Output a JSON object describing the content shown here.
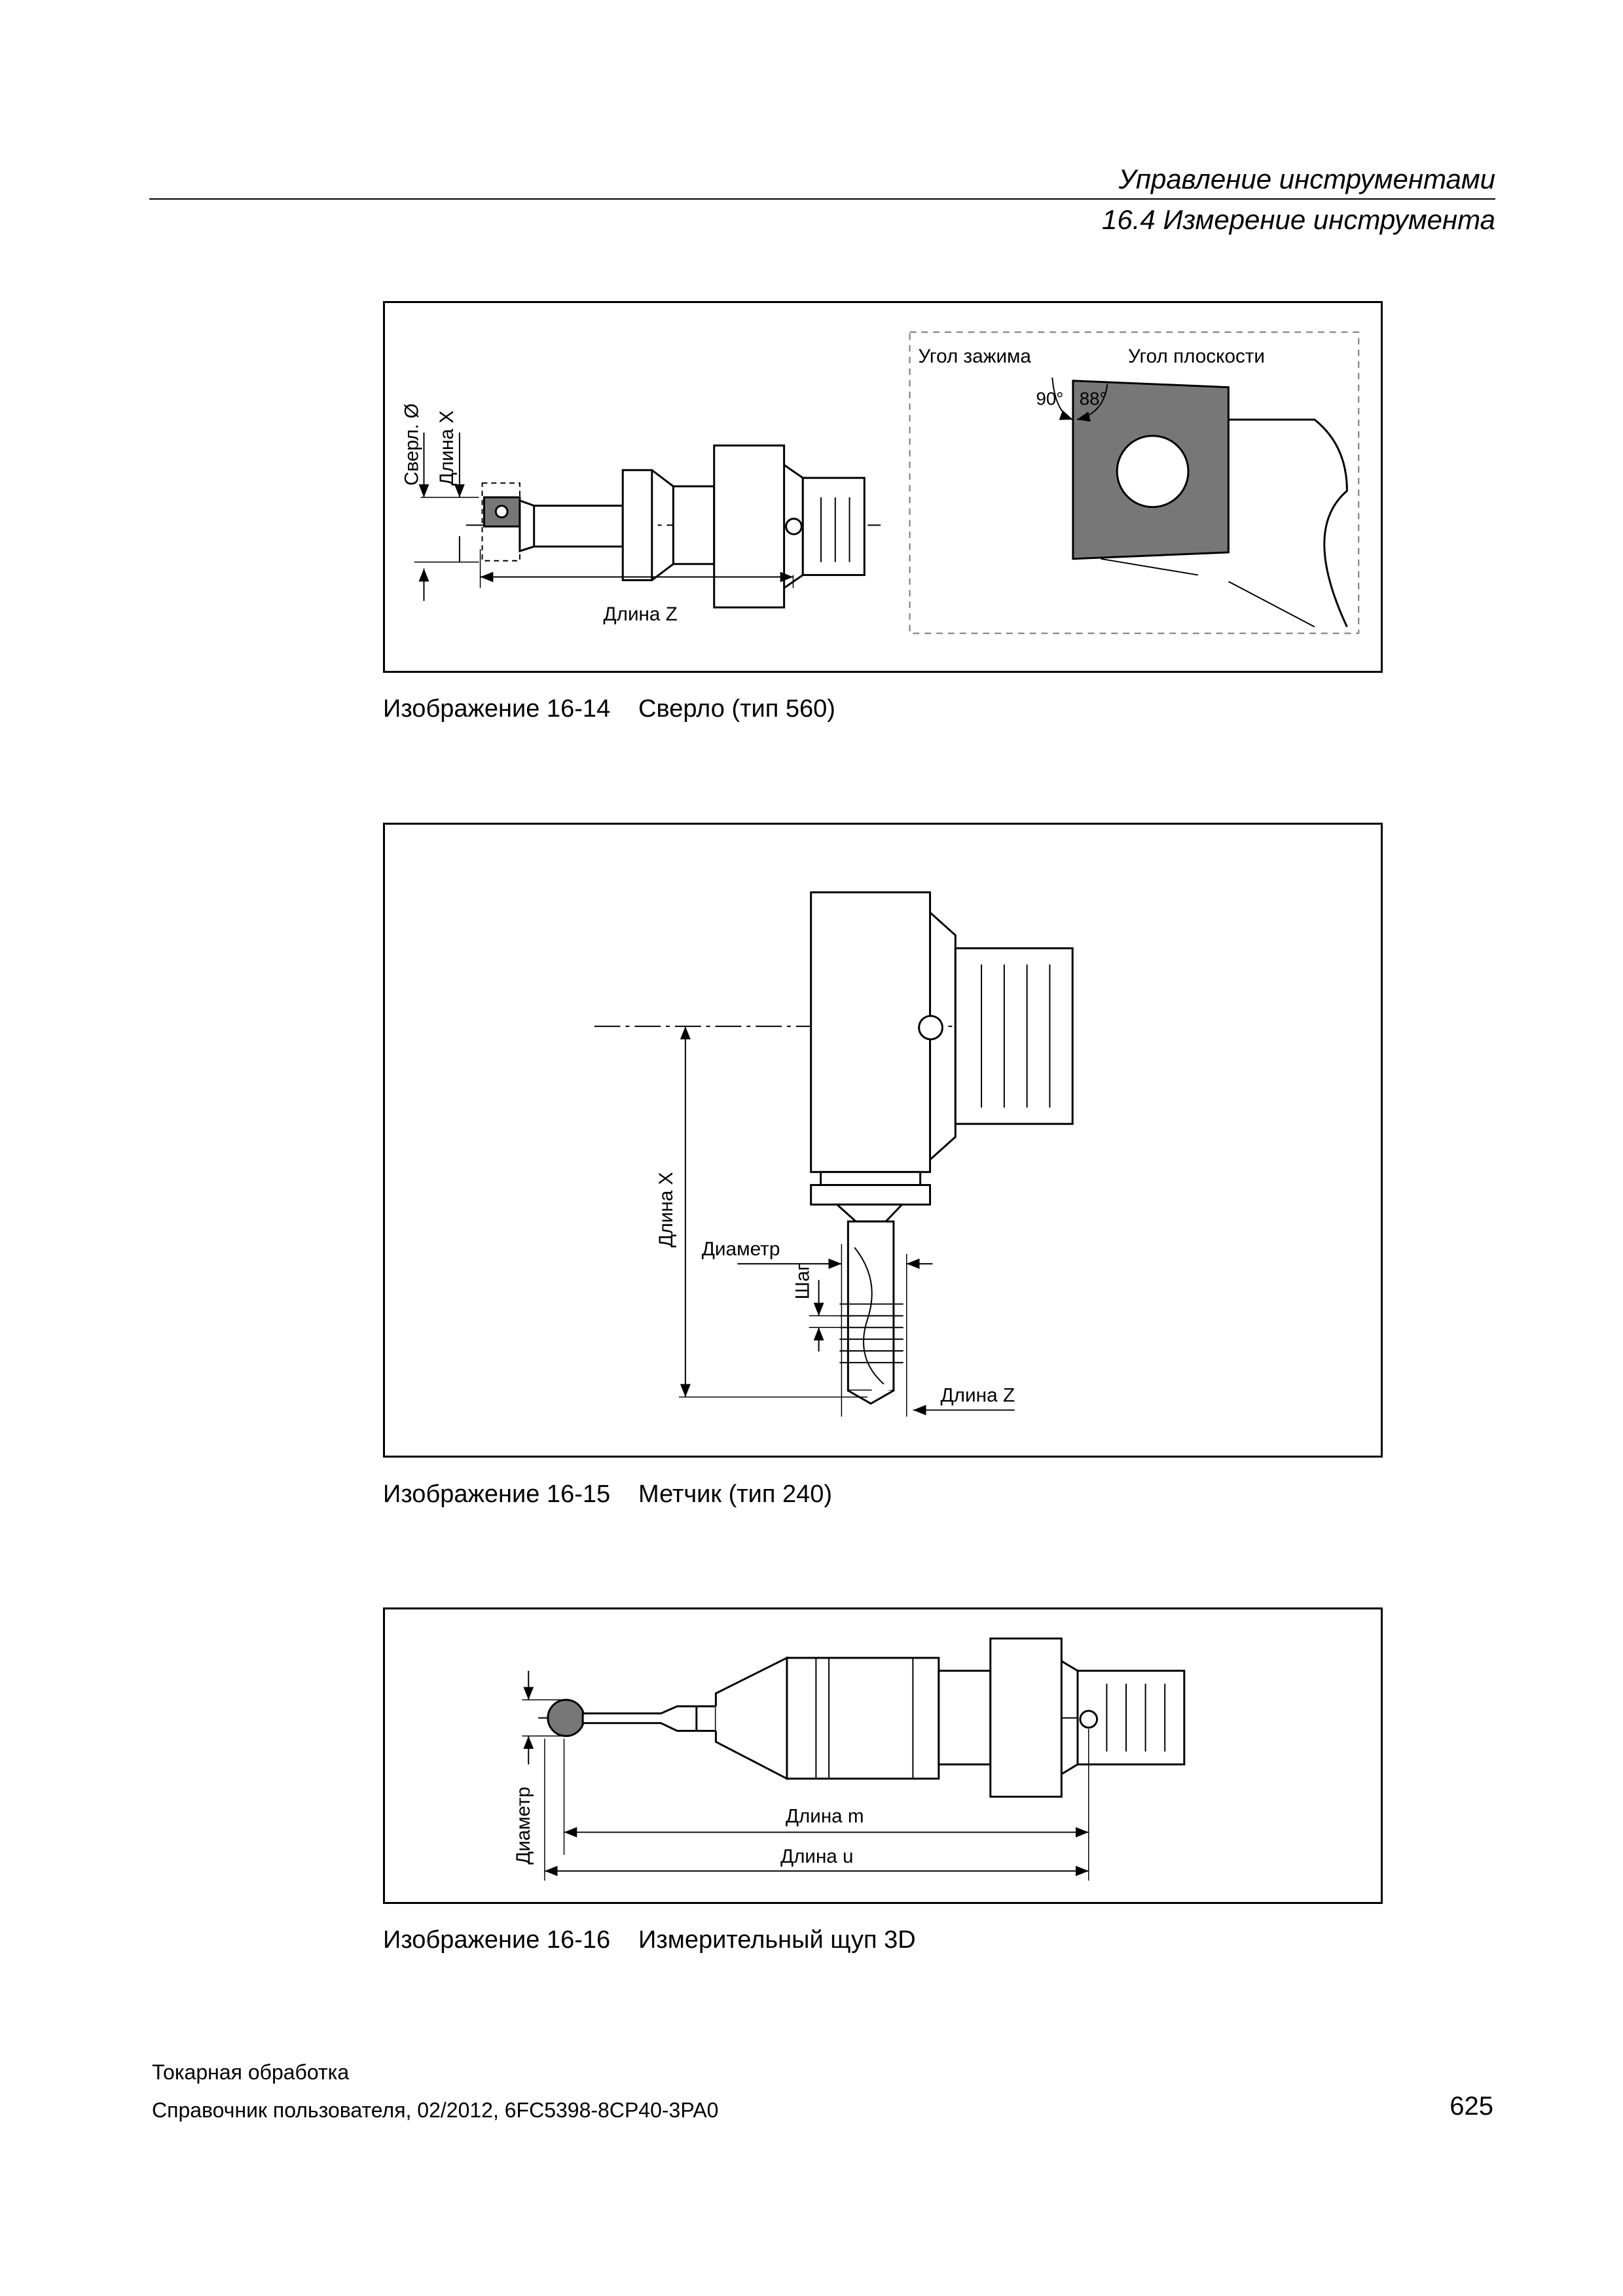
{
  "header": {
    "chapter": "Управление инструментами",
    "section": "16.4 Измерение инструмента"
  },
  "figures": [
    {
      "number": "Изображение 16-14",
      "title": "Сверло (тип 560)",
      "labels": {
        "drill_dia": "Сверл. Ø",
        "length_x": "Длина X",
        "length_z": "Длина Z",
        "clamp_angle": "Угол зажима",
        "plane_angle": "Угол плоскости",
        "angle_90": "90°",
        "angle_88": "88°"
      }
    },
    {
      "number": "Изображение 16-15",
      "title": "Метчик (тип 240)",
      "labels": {
        "length_x": "Длина X",
        "diameter": "Диаметр",
        "pitch": "Шаг",
        "length_z": "Длина Z"
      }
    },
    {
      "number": "Изображение 16-16",
      "title": "Измерительный щуп 3D",
      "labels": {
        "diameter": "Диаметр",
        "length_m": "Длина m",
        "length_u": "Длина u"
      }
    }
  ],
  "footer": {
    "line1": "Токарная обработка",
    "line2": "Справочник пользователя, 02/2012, 6FC5398-8CP40-3PA0",
    "page": "625"
  }
}
